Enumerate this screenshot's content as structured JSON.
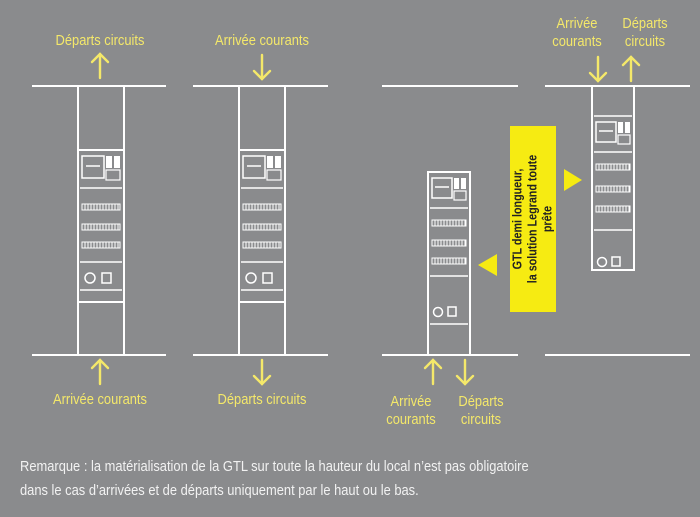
{
  "labels": {
    "d1_top": "Départs circuits",
    "d1_bottom": "Arrivée courants",
    "d2_top": "Arrivée courants",
    "d2_bottom": "Départs circuits",
    "d3_bottom_left": "Arrivée courants",
    "d3_bottom_right": "Départs circuits",
    "d4_top_left": "Arrivée courants",
    "d4_top_right": "Départs circuits"
  },
  "banner": {
    "line1": "GTL demi longueur,",
    "line2": "la solution Legrand toute prête"
  },
  "note": {
    "line1": "Remarque : la matérialisation de la GTL sur toute la hauteur du local n’est pas obligatoire",
    "line2": "dans le cas d’arrivées et de départs uniquement par le haut ou le bas."
  },
  "colors": {
    "background": "#8a8b8d",
    "lines": "#ffffff",
    "arrows": "#f4e86a",
    "banner": "#f6eb12"
  }
}
